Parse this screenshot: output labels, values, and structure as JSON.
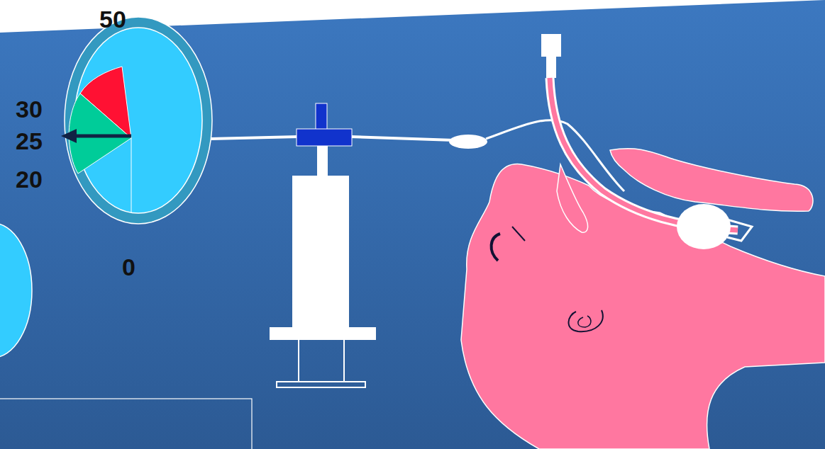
{
  "diagram": {
    "labels": [
      "50",
      "30",
      "25",
      "20",
      "0"
    ]
  }
}
